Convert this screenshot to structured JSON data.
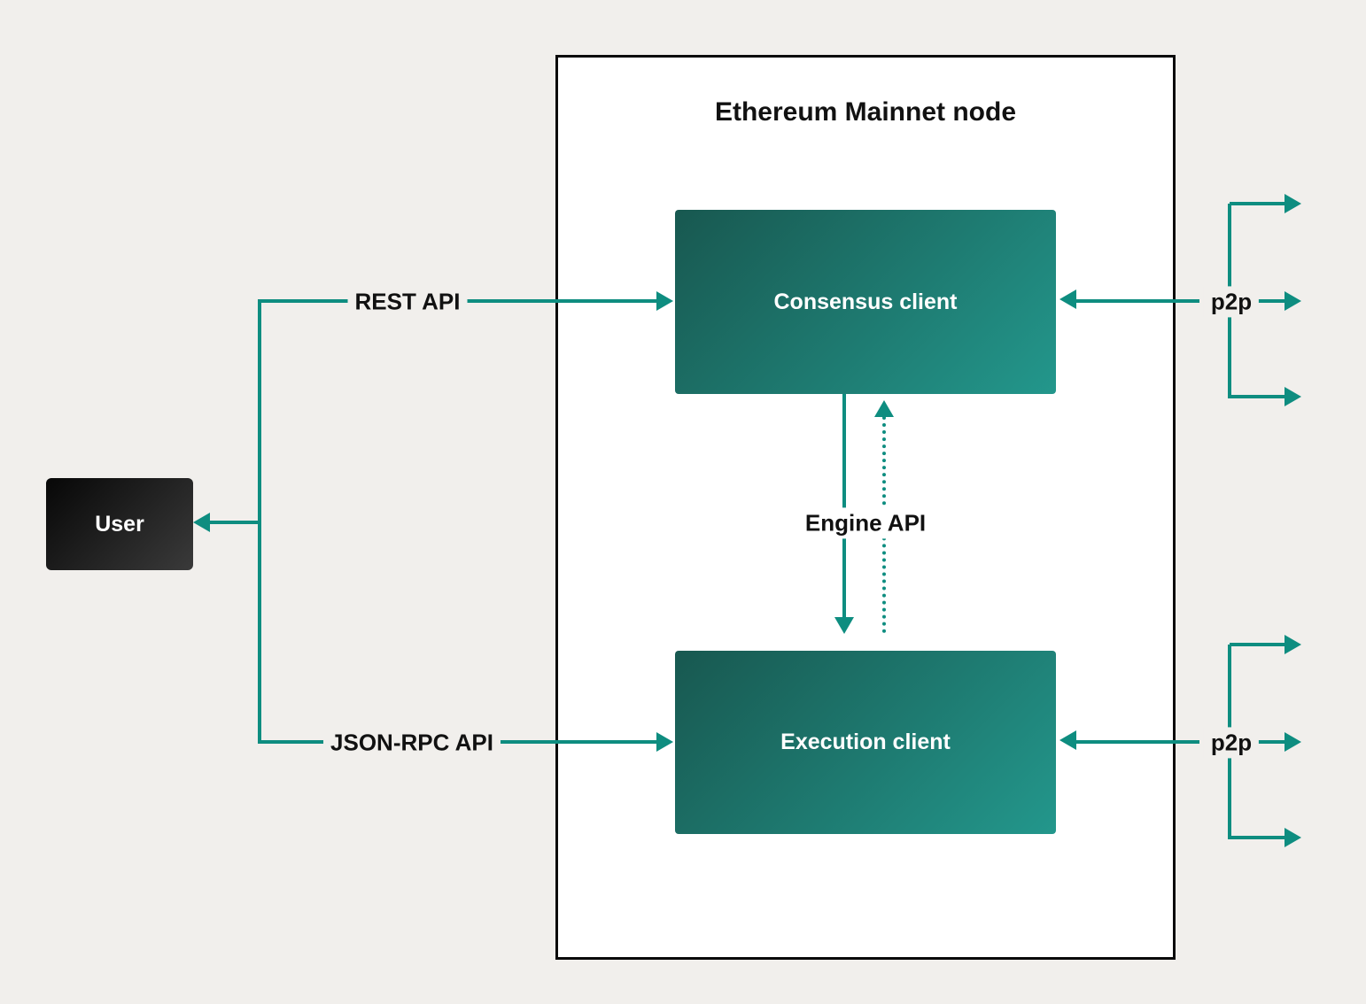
{
  "colors": {
    "accent_teal": "#0e8d80",
    "page_background": "#f1efec",
    "node_box_background": "#ffffff",
    "node_box_border": "#0a0a0a",
    "client_gradient_start": "#185850",
    "client_gradient_end": "#23978c",
    "user_gradient_start": "#070707",
    "user_gradient_end": "#3a3a3a",
    "label_text": "#111111",
    "client_label_text": "#ffffff"
  },
  "diagram": {
    "title": "Ethereum Mainnet node",
    "nodes": {
      "user": {
        "label": "User"
      },
      "consensus": {
        "label": "Consensus client"
      },
      "execution": {
        "label": "Execution client"
      }
    },
    "labels": {
      "rest_api": "REST API",
      "json_rpc_api": "JSON-RPC API",
      "engine_api": "Engine API",
      "p2p_top": "p2p",
      "p2p_bottom": "p2p"
    }
  }
}
